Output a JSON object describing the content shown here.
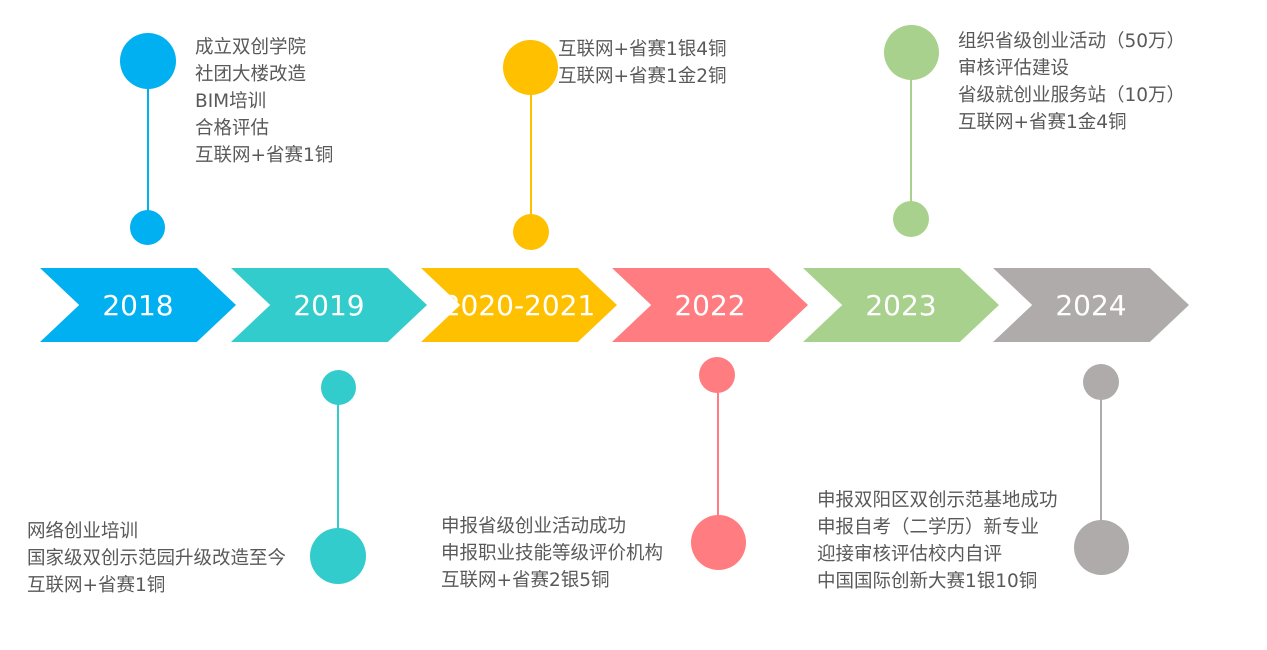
{
  "colors": {
    "y2018": "#00B0F0",
    "y2019": "#33CCCC",
    "y2020": "#FFC000",
    "y2022": "#FF7C80",
    "y2023": "#A9D18E",
    "y2024": "#AFABAB"
  },
  "years": [
    "2018",
    "2019",
    "2020-2021",
    "2022",
    "2023",
    "2024"
  ],
  "events": {
    "y2018": [
      "成立双创学院",
      "社团大楼改造",
      "BIM培训",
      "合格评估",
      "互联网+省赛1铜"
    ],
    "y2019": [
      "网络创业培训",
      "国家级双创示范园升级改造至今",
      "互联网+省赛1铜"
    ],
    "y2020": [
      "互联网+省赛1银4铜",
      "互联网+省赛1金2铜"
    ],
    "y2022": [
      "申报省级创业活动成功",
      "申报职业技能等级评价机构",
      "互联网+省赛2银5铜"
    ],
    "y2023": [
      "组织省级创业活动（50万）",
      "审核评估建设",
      "省级就创业服务站（10万）",
      "互联网+省赛1金4铜"
    ],
    "y2024": [
      "申报双阳区双创示范基地成功",
      "申报自考（二学历）新专业",
      "迎接审核评估校内自评",
      "中国国际创新大赛1银10铜"
    ]
  }
}
